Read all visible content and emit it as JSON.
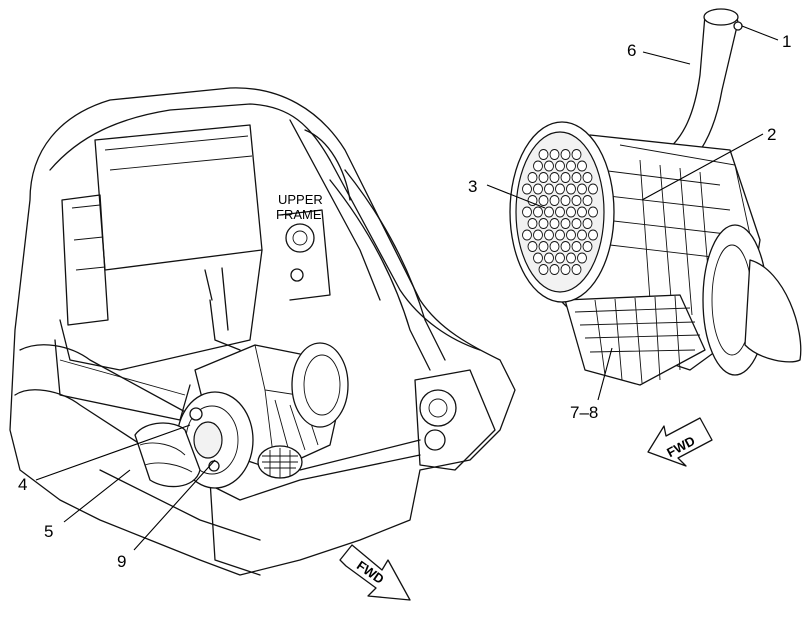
{
  "callouts": {
    "c1": "1",
    "c2": "2",
    "c3": "3",
    "c4": "4",
    "c5": "5",
    "c6": "6",
    "c78": "7–8",
    "c9": "9"
  },
  "labels": {
    "upper_frame_line1": "UPPER",
    "upper_frame_line2": "FRAME"
  },
  "fwd_arrows": {
    "bottom": "FWD",
    "right": "FWD"
  }
}
